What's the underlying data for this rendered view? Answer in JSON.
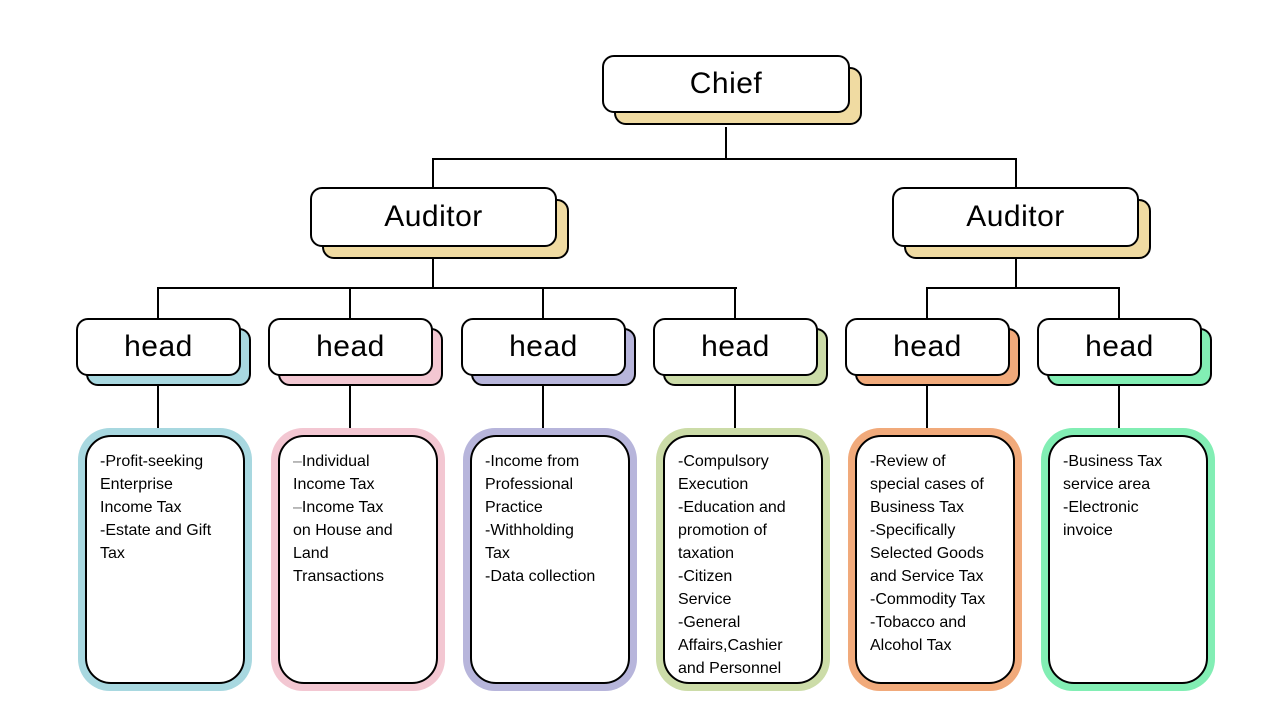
{
  "org_chart": {
    "root": {
      "label": "Chief"
    },
    "managers": [
      {
        "label": "Auditor"
      },
      {
        "label": "Auditor"
      }
    ],
    "departments": [
      {
        "label": "head",
        "accent": "#a8d8e0",
        "lines": [
          "-Profit-seeking",
          "Enterprise",
          "Income Tax",
          "-Estate and Gift",
          "Tax"
        ]
      },
      {
        "label": "head",
        "accent": "#f3c7d2",
        "lines": [
          "–Individual",
          "Income Tax",
          "–Income Tax",
          "on House and",
          "Land",
          "Transactions"
        ]
      },
      {
        "label": "head",
        "accent": "#b7b5db",
        "lines": [
          "-Income from",
          "Professional",
          "Practice",
          "-Withholding",
          "Tax",
          "-Data collection"
        ]
      },
      {
        "label": "head",
        "accent": "#ccdca8",
        "lines": [
          "-Compulsory",
          "Execution",
          "-Education and",
          "promotion of",
          "taxation",
          "-Citizen",
          "Service",
          "-General",
          "Affairs,Cashier",
          "and Personnel"
        ]
      },
      {
        "label": "head",
        "accent": "#f1aa7b",
        "lines": [
          "-Review of",
          "special cases of",
          "Business Tax",
          "-Specifically",
          "Selected Goods",
          "and Service Tax",
          "-Commodity Tax",
          "-Tobacco and",
          "Alcohol Tax"
        ]
      },
      {
        "label": "head",
        "accent": "#82eeb4",
        "lines": [
          "-Business Tax",
          "service area",
          "-Electronic",
          "invoice"
        ]
      }
    ],
    "colors": {
      "node_shadow_tan": "#f0dba2",
      "connector": "#000000",
      "node_border": "#000000",
      "background": "#ffffff"
    }
  }
}
